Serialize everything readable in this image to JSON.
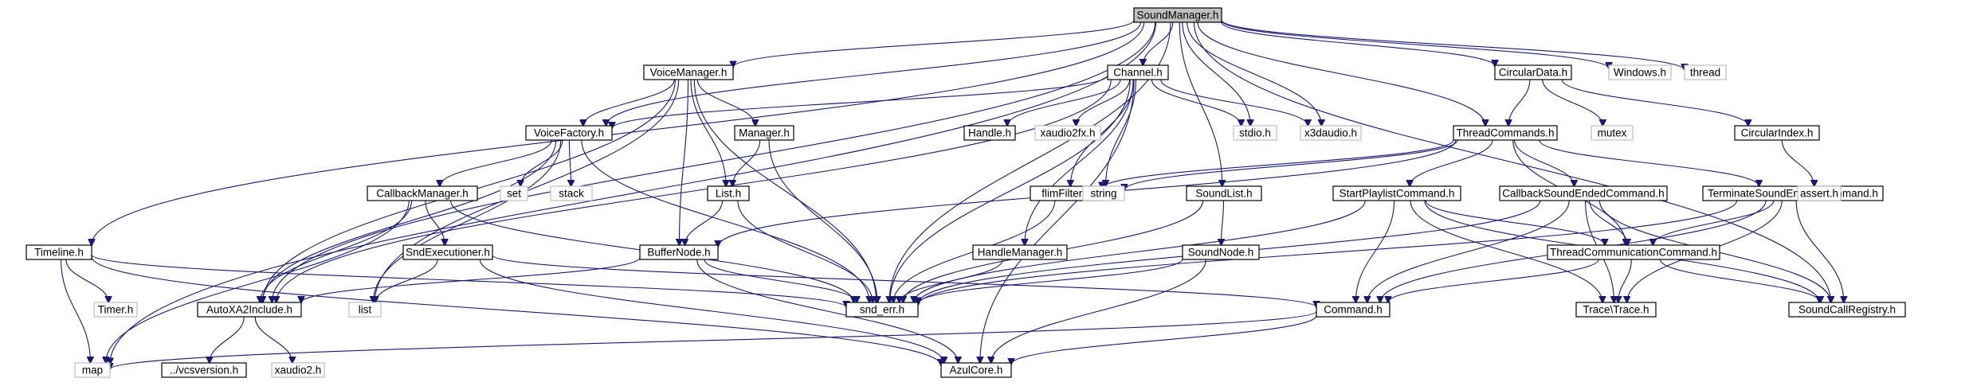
{
  "colors": {
    "edge": "#191970",
    "root_fill": "#bfbfbf",
    "external_border": "#bfbfbf",
    "node_border": "#000000"
  },
  "nodes": [
    {
      "id": "soundmanager",
      "label": "SoundManager.h",
      "kind": "root"
    },
    {
      "id": "voicemanager",
      "label": "VoiceManager.h",
      "kind": "file"
    },
    {
      "id": "channel",
      "label": "Channel.h",
      "kind": "file"
    },
    {
      "id": "circulardata",
      "label": "CircularData.h",
      "kind": "file"
    },
    {
      "id": "windows",
      "label": "Windows.h",
      "kind": "external"
    },
    {
      "id": "thread",
      "label": "thread",
      "kind": "external"
    },
    {
      "id": "voicefactory",
      "label": "VoiceFactory.h",
      "kind": "file"
    },
    {
      "id": "manager",
      "label": "Manager.h",
      "kind": "file"
    },
    {
      "id": "handle",
      "label": "Handle.h",
      "kind": "file"
    },
    {
      "id": "xaudio2fx",
      "label": "xaudio2fx.h",
      "kind": "external"
    },
    {
      "id": "stdio",
      "label": "stdio.h",
      "kind": "external"
    },
    {
      "id": "x3daudio",
      "label": "x3daudio.h",
      "kind": "external"
    },
    {
      "id": "threadcommands",
      "label": "ThreadCommands.h",
      "kind": "file"
    },
    {
      "id": "mutex",
      "label": "mutex",
      "kind": "external"
    },
    {
      "id": "circularindex",
      "label": "CircularIndex.h",
      "kind": "file"
    },
    {
      "id": "callbackmanager",
      "label": "CallbackManager.h",
      "kind": "file"
    },
    {
      "id": "set",
      "label": "set",
      "kind": "external"
    },
    {
      "id": "stack",
      "label": "stack",
      "kind": "external"
    },
    {
      "id": "list_h",
      "label": "List.h",
      "kind": "file"
    },
    {
      "id": "flimfilter",
      "label": "flimFilter.h",
      "kind": "file"
    },
    {
      "id": "string",
      "label": "string",
      "kind": "external"
    },
    {
      "id": "soundlist",
      "label": "SoundList.h",
      "kind": "file"
    },
    {
      "id": "startplaylist",
      "label": "StartPlaylistCommand.h",
      "kind": "file"
    },
    {
      "id": "callbacksoundended",
      "label": "CallbackSoundEndedCommand.h",
      "kind": "file"
    },
    {
      "id": "terminatesound",
      "label": "TerminateSoundEngineCommand.h",
      "kind": "file"
    },
    {
      "id": "assert",
      "label": "assert.h",
      "kind": "external"
    },
    {
      "id": "timeline",
      "label": "Timeline.h",
      "kind": "file"
    },
    {
      "id": "sndexecutioner",
      "label": "SndExecutioner.h",
      "kind": "file"
    },
    {
      "id": "buffernode",
      "label": "BufferNode.h",
      "kind": "file"
    },
    {
      "id": "handlemanager",
      "label": "HandleManager.h",
      "kind": "file"
    },
    {
      "id": "soundnode",
      "label": "SoundNode.h",
      "kind": "file"
    },
    {
      "id": "threadcomm",
      "label": "ThreadCommunicationCommand.h",
      "kind": "file"
    },
    {
      "id": "timer",
      "label": "Timer.h",
      "kind": "external"
    },
    {
      "id": "autoxa2",
      "label": "AutoXA2Include.h",
      "kind": "file"
    },
    {
      "id": "list",
      "label": "list",
      "kind": "external"
    },
    {
      "id": "snderr",
      "label": "snd_err.h",
      "kind": "file"
    },
    {
      "id": "command",
      "label": "Command.h",
      "kind": "file"
    },
    {
      "id": "trace",
      "label": "Trace\\Trace.h",
      "kind": "file"
    },
    {
      "id": "soundcallregistry",
      "label": "SoundCallRegistry.h",
      "kind": "file"
    },
    {
      "id": "map",
      "label": "map",
      "kind": "external"
    },
    {
      "id": "vcsversion",
      "label": "../vcsversion.h",
      "kind": "file"
    },
    {
      "id": "xaudio2",
      "label": "xaudio2.h",
      "kind": "external"
    },
    {
      "id": "azulcore",
      "label": "AzulCore.h",
      "kind": "file"
    }
  ],
  "edges": [
    [
      "soundmanager",
      "voicemanager"
    ],
    [
      "soundmanager",
      "channel"
    ],
    [
      "soundmanager",
      "circulardata"
    ],
    [
      "soundmanager",
      "windows"
    ],
    [
      "soundmanager",
      "thread"
    ],
    [
      "soundmanager",
      "voicefactory"
    ],
    [
      "soundmanager",
      "stdio"
    ],
    [
      "soundmanager",
      "x3daudio"
    ],
    [
      "soundmanager",
      "threadcommands"
    ],
    [
      "soundmanager",
      "soundlist"
    ],
    [
      "soundmanager",
      "timeline"
    ],
    [
      "soundmanager",
      "autoxa2"
    ],
    [
      "soundmanager",
      "snderr"
    ],
    [
      "soundmanager",
      "map"
    ],
    [
      "soundmanager",
      "soundcallregistry"
    ],
    [
      "voicemanager",
      "voicefactory"
    ],
    [
      "voicemanager",
      "manager"
    ],
    [
      "voicemanager",
      "list_h"
    ],
    [
      "voicemanager",
      "buffernode"
    ],
    [
      "voicemanager",
      "autoxa2"
    ],
    [
      "voicemanager",
      "list"
    ],
    [
      "voicemanager",
      "snderr"
    ],
    [
      "channel",
      "voicefactory"
    ],
    [
      "channel",
      "handle"
    ],
    [
      "channel",
      "xaudio2fx"
    ],
    [
      "channel",
      "stdio"
    ],
    [
      "channel",
      "x3daudio"
    ],
    [
      "channel",
      "flimfilter"
    ],
    [
      "channel",
      "string"
    ],
    [
      "channel",
      "handlemanager"
    ],
    [
      "channel",
      "snderr"
    ],
    [
      "channel",
      "autoxa2"
    ],
    [
      "channel",
      "azulcore"
    ],
    [
      "circulardata",
      "threadcommands"
    ],
    [
      "circulardata",
      "mutex"
    ],
    [
      "circulardata",
      "circularindex"
    ],
    [
      "voicefactory",
      "callbackmanager"
    ],
    [
      "voicefactory",
      "set"
    ],
    [
      "voicefactory",
      "stack"
    ],
    [
      "voicefactory",
      "autoxa2"
    ],
    [
      "voicefactory",
      "list"
    ],
    [
      "voicefactory",
      "snderr"
    ],
    [
      "manager",
      "list_h"
    ],
    [
      "manager",
      "snderr"
    ],
    [
      "threadcommands",
      "flimfilter"
    ],
    [
      "threadcommands",
      "string"
    ],
    [
      "threadcommands",
      "startplaylist"
    ],
    [
      "threadcommands",
      "callbacksoundended"
    ],
    [
      "threadcommands",
      "terminatesound"
    ],
    [
      "threadcommands",
      "buffernode"
    ],
    [
      "threadcommands",
      "threadcomm"
    ],
    [
      "circularindex",
      "assert"
    ],
    [
      "callbackmanager",
      "sndexecutioner"
    ],
    [
      "callbackmanager",
      "autoxa2"
    ],
    [
      "callbackmanager",
      "snderr"
    ],
    [
      "callbackmanager",
      "map"
    ],
    [
      "list_h",
      "buffernode"
    ],
    [
      "list_h",
      "snderr"
    ],
    [
      "flimfilter",
      "snderr"
    ],
    [
      "soundlist",
      "soundnode"
    ],
    [
      "soundlist",
      "snderr"
    ],
    [
      "startplaylist",
      "threadcomm"
    ],
    [
      "startplaylist",
      "command"
    ],
    [
      "startplaylist",
      "trace"
    ],
    [
      "startplaylist",
      "soundcallregistry"
    ],
    [
      "startplaylist",
      "snderr"
    ],
    [
      "callbacksoundended",
      "threadcomm"
    ],
    [
      "callbacksoundended",
      "command"
    ],
    [
      "callbacksoundended",
      "trace"
    ],
    [
      "callbacksoundended",
      "soundcallregistry"
    ],
    [
      "callbacksoundended",
      "snderr"
    ],
    [
      "terminatesound",
      "threadcomm"
    ],
    [
      "terminatesound",
      "command"
    ],
    [
      "terminatesound",
      "trace"
    ],
    [
      "terminatesound",
      "soundcallregistry"
    ],
    [
      "terminatesound",
      "snderr"
    ],
    [
      "timeline",
      "timer"
    ],
    [
      "timeline",
      "map"
    ],
    [
      "timeline",
      "snderr"
    ],
    [
      "timeline",
      "azulcore"
    ],
    [
      "sndexecutioner",
      "list"
    ],
    [
      "sndexecutioner",
      "command"
    ],
    [
      "sndexecutioner",
      "azulcore"
    ],
    [
      "buffernode",
      "autoxa2"
    ],
    [
      "buffernode",
      "snderr"
    ],
    [
      "buffernode",
      "azulcore"
    ],
    [
      "handlemanager",
      "snderr"
    ],
    [
      "soundnode",
      "snderr"
    ],
    [
      "soundnode",
      "azulcore"
    ],
    [
      "threadcomm",
      "command"
    ],
    [
      "threadcomm",
      "trace"
    ],
    [
      "threadcomm",
      "soundcallregistry"
    ],
    [
      "autoxa2",
      "vcsversion"
    ],
    [
      "autoxa2",
      "xaudio2"
    ],
    [
      "command",
      "map"
    ],
    [
      "command",
      "azulcore"
    ]
  ]
}
